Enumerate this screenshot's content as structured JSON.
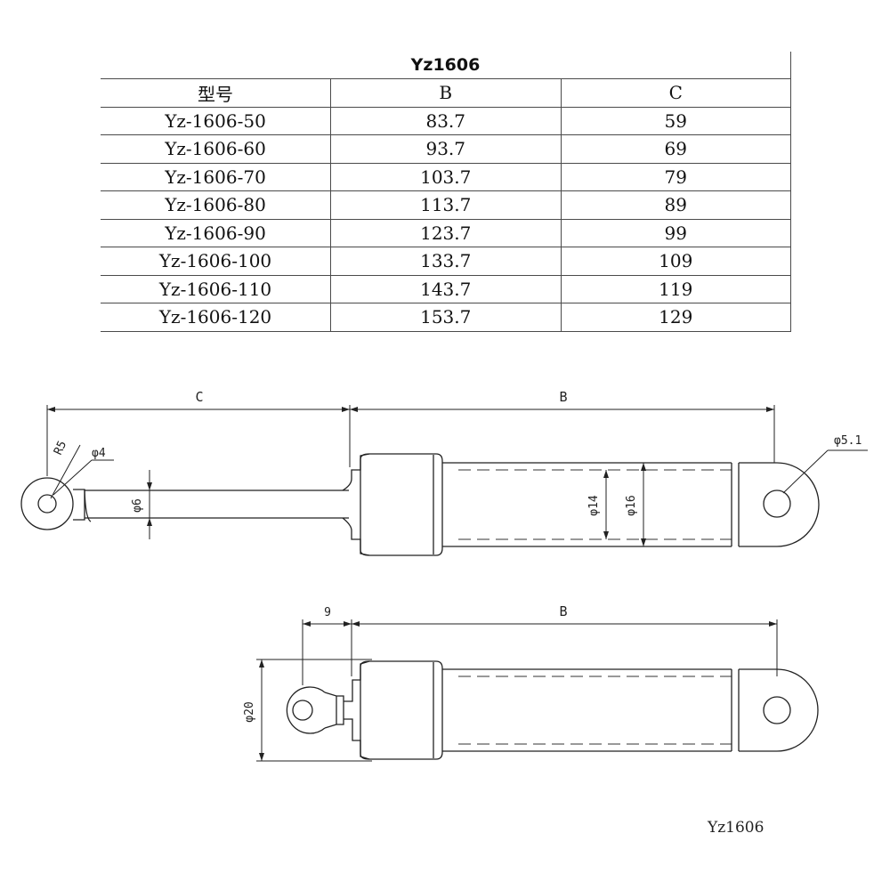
{
  "table": {
    "title": "Yz1606",
    "headers": [
      "型号",
      "B",
      "C"
    ],
    "rows": [
      [
        "Yz-1606-50",
        "83.7",
        "59"
      ],
      [
        "Yz-1606-60",
        "93.7",
        "69"
      ],
      [
        "Yz-1606-70",
        "103.7",
        "79"
      ],
      [
        "Yz-1606-80",
        "113.7",
        "89"
      ],
      [
        "Yz-1606-90",
        "123.7",
        "99"
      ],
      [
        "Yz-1606-100",
        "133.7",
        "109"
      ],
      [
        "Yz-1606-110",
        "143.7",
        "119"
      ],
      [
        "Yz-1606-120",
        "153.7",
        "129"
      ]
    ]
  },
  "drawing": {
    "top": {
      "dim_c": "C",
      "dim_b": "B",
      "r5": "R5",
      "phi4": "φ4",
      "phi6": "φ6",
      "phi14": "φ14",
      "phi16": "φ16",
      "phi51": "φ5.1"
    },
    "bottom": {
      "dim_9": "9",
      "dim_b": "B",
      "phi20": "φ20"
    },
    "caption": "Yz1606"
  }
}
